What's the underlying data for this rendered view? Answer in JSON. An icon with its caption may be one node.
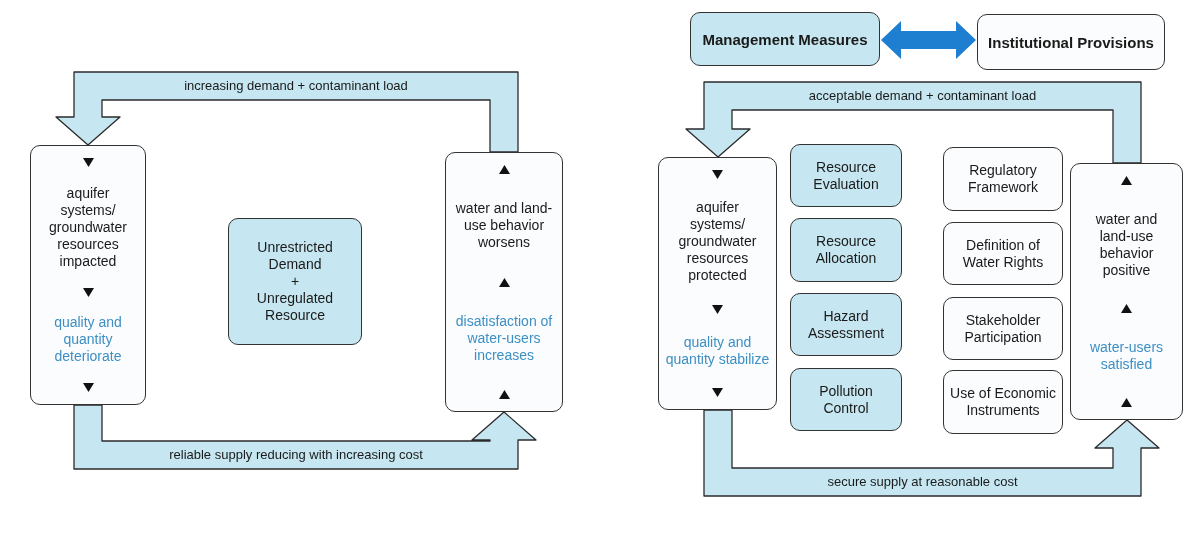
{
  "diagram": {
    "nodes": [
      {
        "text": [
          "aquifer systems/ groundwater resources impacted",
          "quality and quantity deteriorate"
        ]
      },
      {
        "text": [
          "Unrestricted Demand",
          "+",
          "Unregulated Resource"
        ]
      },
      {
        "text": [
          "water and land-use behavior worsens",
          "disatisfaction of water-users increases"
        ]
      },
      {
        "text": [
          "Management Measures"
        ]
      },
      {
        "text": [
          "Institutional Provisions"
        ]
      },
      {
        "text": [
          "aquifer systems/ groundwater resources protected",
          "quality and quantity stabilize"
        ]
      },
      {
        "text": [
          "Resource Evaluation"
        ]
      },
      {
        "text": [
          "Resource Allocation"
        ]
      },
      {
        "text": [
          "Hazard Assessment"
        ]
      },
      {
        "text": [
          "Pollution Control"
        ]
      },
      {
        "text": [
          "Regulatory Framework"
        ]
      },
      {
        "text": [
          "Definition of Water Rights"
        ]
      },
      {
        "text": [
          "Stakeholder Participation"
        ]
      },
      {
        "text": [
          "Use of Economic Instruments"
        ]
      },
      {
        "text": [
          "water and land-use behavior positive",
          "water-users satisfied"
        ]
      }
    ],
    "edges": [
      {
        "from": 2,
        "to": 0,
        "arrow": "to",
        "label": "increasing demand + contaminant load"
      },
      {
        "from": 0,
        "to": 2,
        "arrow": "to",
        "label": "reliable supply reducing with increasing cost"
      },
      {
        "from": 3,
        "to": 4,
        "arrow": "both",
        "color": "#1e7fd0"
      },
      {
        "from": 14,
        "to": 5,
        "arrow": "to",
        "label": "acceptable demand + contaminant load"
      },
      {
        "from": 5,
        "to": 14,
        "arrow": "to",
        "label": "secure supply at reasonable cost"
      }
    ]
  }
}
